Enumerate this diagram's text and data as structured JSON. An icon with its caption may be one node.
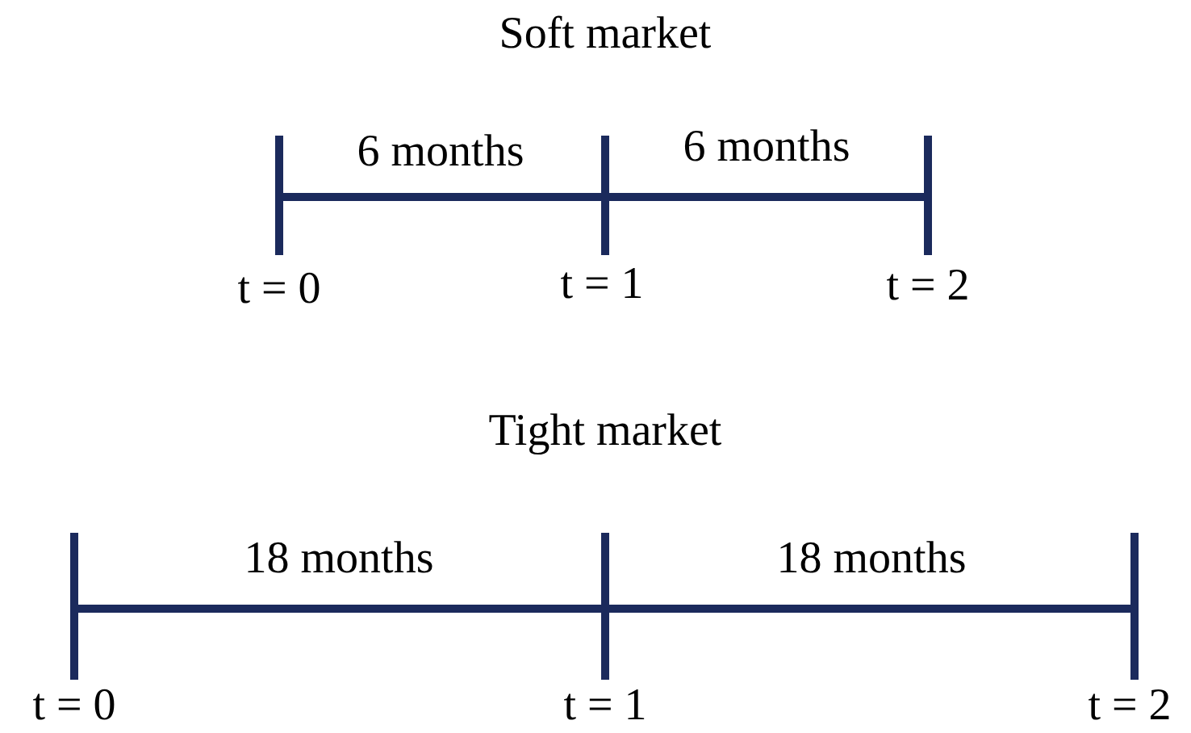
{
  "diagram": {
    "labels": [
      "Soft market",
      "6 months",
      "6 months",
      "t = 0",
      "t = 1",
      "t = 2",
      "Tight market",
      "18 months",
      "18 months",
      "t = 0",
      "t = 1",
      "t = 2"
    ]
  }
}
